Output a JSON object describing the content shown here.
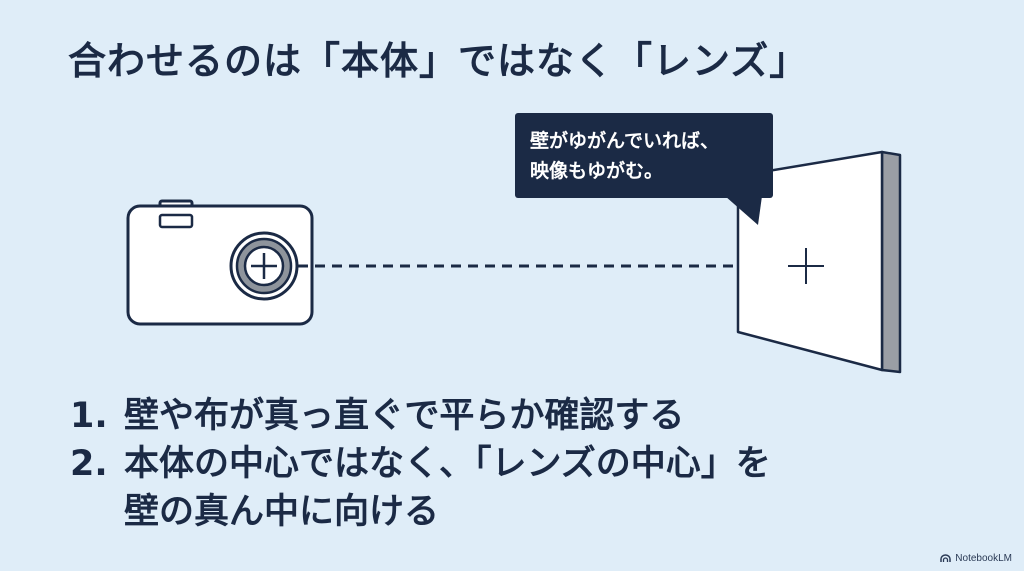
{
  "title": "合わせるのは「本体」ではなく「レンズ」",
  "callout": {
    "line1": "壁がゆがんでいれば、",
    "line2": "映像もゆがむ。"
  },
  "steps": [
    {
      "num": "1.",
      "line1": "壁や布が真っ直ぐで平らか確認する"
    },
    {
      "num": "2.",
      "line1": "本体の中心ではなく、「レンズの中心」を",
      "line2": "壁の真ん中に向ける"
    }
  ],
  "brand": {
    "label": "NotebookLM",
    "icon": "notebooklm-logo-icon"
  },
  "colors": {
    "background": "#dfedf8",
    "navy": "#1b2a45",
    "camera_body": "#ffffff",
    "lens_ring": "#8e949c",
    "wall_edge": "#9a9ea5"
  }
}
